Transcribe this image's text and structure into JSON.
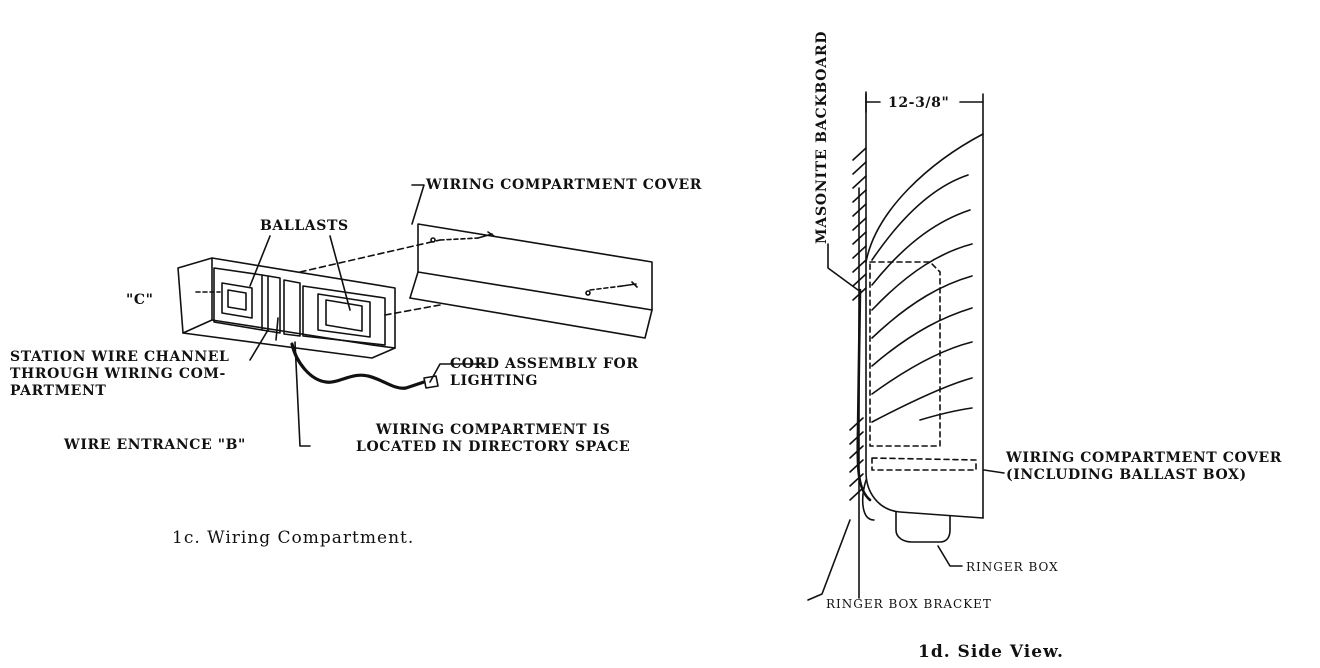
{
  "wiring_compartment_figure": {
    "labels": {
      "cover": "WIRING COMPARTMENT COVER",
      "ballasts": "BALLASTS",
      "c": "\"C\"",
      "station_wire": "STATION WIRE CHANNEL\nTHROUGH WIRING COM-\nPARTMENT",
      "cord": "CORD ASSEMBLY FOR\nLIGHTING",
      "location_note": "WIRING COMPARTMENT IS\nLOCATED IN DIRECTORY SPACE",
      "wire_entrance": "WIRE ENTRANCE \"B\""
    },
    "caption": "1c.  Wiring Compartment."
  },
  "side_view_figure": {
    "labels": {
      "masonite": "MASONITE BACKBOARD",
      "dimension": "12-3/8\"",
      "cover": "WIRING COMPARTMENT COVER\n(INCLUDING BALLAST BOX)",
      "ringer_box": "RINGER BOX",
      "ringer_box_bracket": "RINGER BOX BRACKET"
    },
    "caption": "1d.  Side View."
  }
}
